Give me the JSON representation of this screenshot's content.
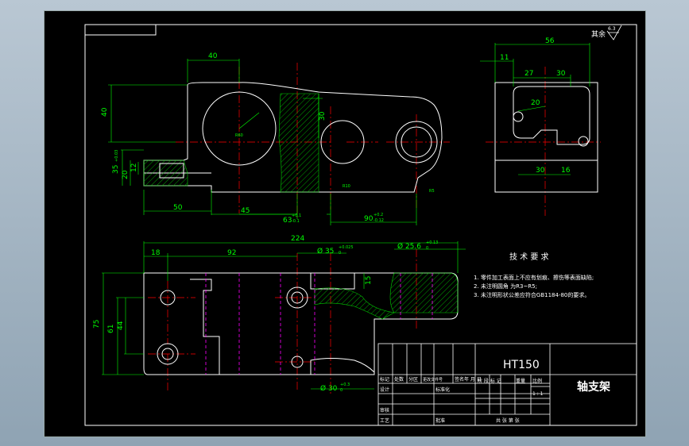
{
  "colors": {
    "background": "#000000",
    "outline": "#ffffff",
    "dimension": "#00ff00",
    "centerline": "#ff0000",
    "hidden": "#ff00ff",
    "hatch": "#00cc00",
    "note": "#ffffff"
  },
  "roughness": {
    "label": "其余",
    "value": "6.3"
  },
  "front_view": {
    "dims": {
      "d40_top": "40",
      "d40_left": "40",
      "d35": "35",
      "d35_tol": "+0.03",
      "d20": "20",
      "d12": "12",
      "d50": "50",
      "d45": "45",
      "d63": "63",
      "d63_tol_up": "+0.1",
      "d63_tol_dn": "-0.1",
      "d90": "90",
      "d90_tol_up": "+0.2",
      "d90_tol_dn": "-0.12",
      "d30": "30",
      "r_big": "R60",
      "r_small": "R10",
      "r_corner": "R5"
    }
  },
  "side_view": {
    "dims": {
      "d56": "56",
      "d11": "11",
      "d27": "27",
      "d30": "30",
      "d20": "20",
      "d30b": "30",
      "d16": "16"
    }
  },
  "top_view": {
    "dims": {
      "d224": "224",
      "d18": "18",
      "d92": "92",
      "d35": "Ø 35",
      "d35_tol_up": "+0.025",
      "d35_tol_dn": "0",
      "d25": "Ø 25.6",
      "d25_tol_up": "+0.13",
      "d25_tol_dn": "0",
      "d15": "15",
      "d75": "75",
      "d61": "61",
      "d44": "44",
      "d30": "Ø 30",
      "d30_tol_up": "+0.3",
      "d30_tol_dn": "0"
    }
  },
  "tech_requirements": {
    "title": "技 术 要 求",
    "items": [
      "1. 零件加工表面上不应有划痕、擦伤等表面缺陷;",
      "2. 未注明圆角 为R3~R5;",
      "3. 未注明形状公差应符合GB1184-80的要求。"
    ]
  },
  "title_block": {
    "material": "HT150",
    "part_name": "轴支架",
    "row_labels": [
      "标记",
      "处数",
      "分区",
      "更改文件号",
      "签名",
      "年 月 日"
    ],
    "design": "设计",
    "standard": "标准化",
    "review": "审核",
    "process": "工艺",
    "approve": "批准",
    "stage_labels": [
      "阶 段 标 记",
      "重量",
      "比例"
    ],
    "scale": "1 : 1",
    "sheet": "共  张  第  张"
  }
}
